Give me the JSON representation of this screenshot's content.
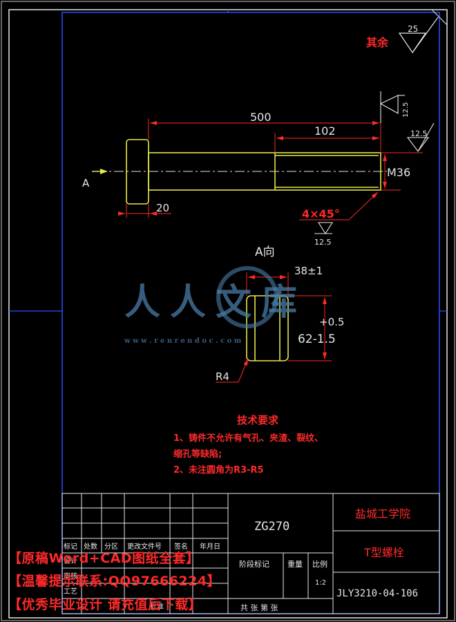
{
  "drawing": {
    "roughness_rest_label": "其余",
    "roughness_rest_value": "25",
    "dim_total_length": "500",
    "dim_thread_length": "102",
    "dim_head_length": "20",
    "thread_spec": "M36",
    "view_arrow_label": "A",
    "roughness_top_value": "12.5",
    "roughness_right_value": "12.5",
    "chamfer_label": "4×45°",
    "roughness_chamfer_value": "12.5",
    "view_title": "A向",
    "dim_width": "38±1",
    "dim_height_upper": "+0.5",
    "dim_height_main": "62-1.5",
    "radius_label": "R4"
  },
  "tech_requirements": {
    "title": "技术要求",
    "line1": "1、铸件不允许有气孔、夹渣、裂纹、",
    "line2": "缩孔等缺陷;",
    "line3": "2、未注圆角为R3-R5"
  },
  "title_block": {
    "material": "ZG270",
    "school": "盐城工学院",
    "part_name": "T型螺栓",
    "drawing_number": "JLY3210-04-106",
    "header_marks": "标记",
    "header_count": "处数",
    "header_zone": "分区",
    "header_docno": "更改文件号",
    "header_sign": "签名",
    "header_date": "年月日",
    "stage_mark": "阶段标记",
    "weight": "重量",
    "scale_label": "比例",
    "scale_value": "1:2",
    "designer": "设计",
    "checker": "审核",
    "process": "工艺",
    "approve": "批准",
    "sheet_info": "共 张 第 张"
  },
  "watermark": {
    "brand": "人人文库",
    "url": "w w w . r e n r e n d o c . c o m"
  },
  "overlay": {
    "line1": "【原稿Word+CAD图纸全套】",
    "line2": "【温馨提示联系:QQ97666224】",
    "line3": "【优秀毕业设计 请充值后下载】"
  }
}
